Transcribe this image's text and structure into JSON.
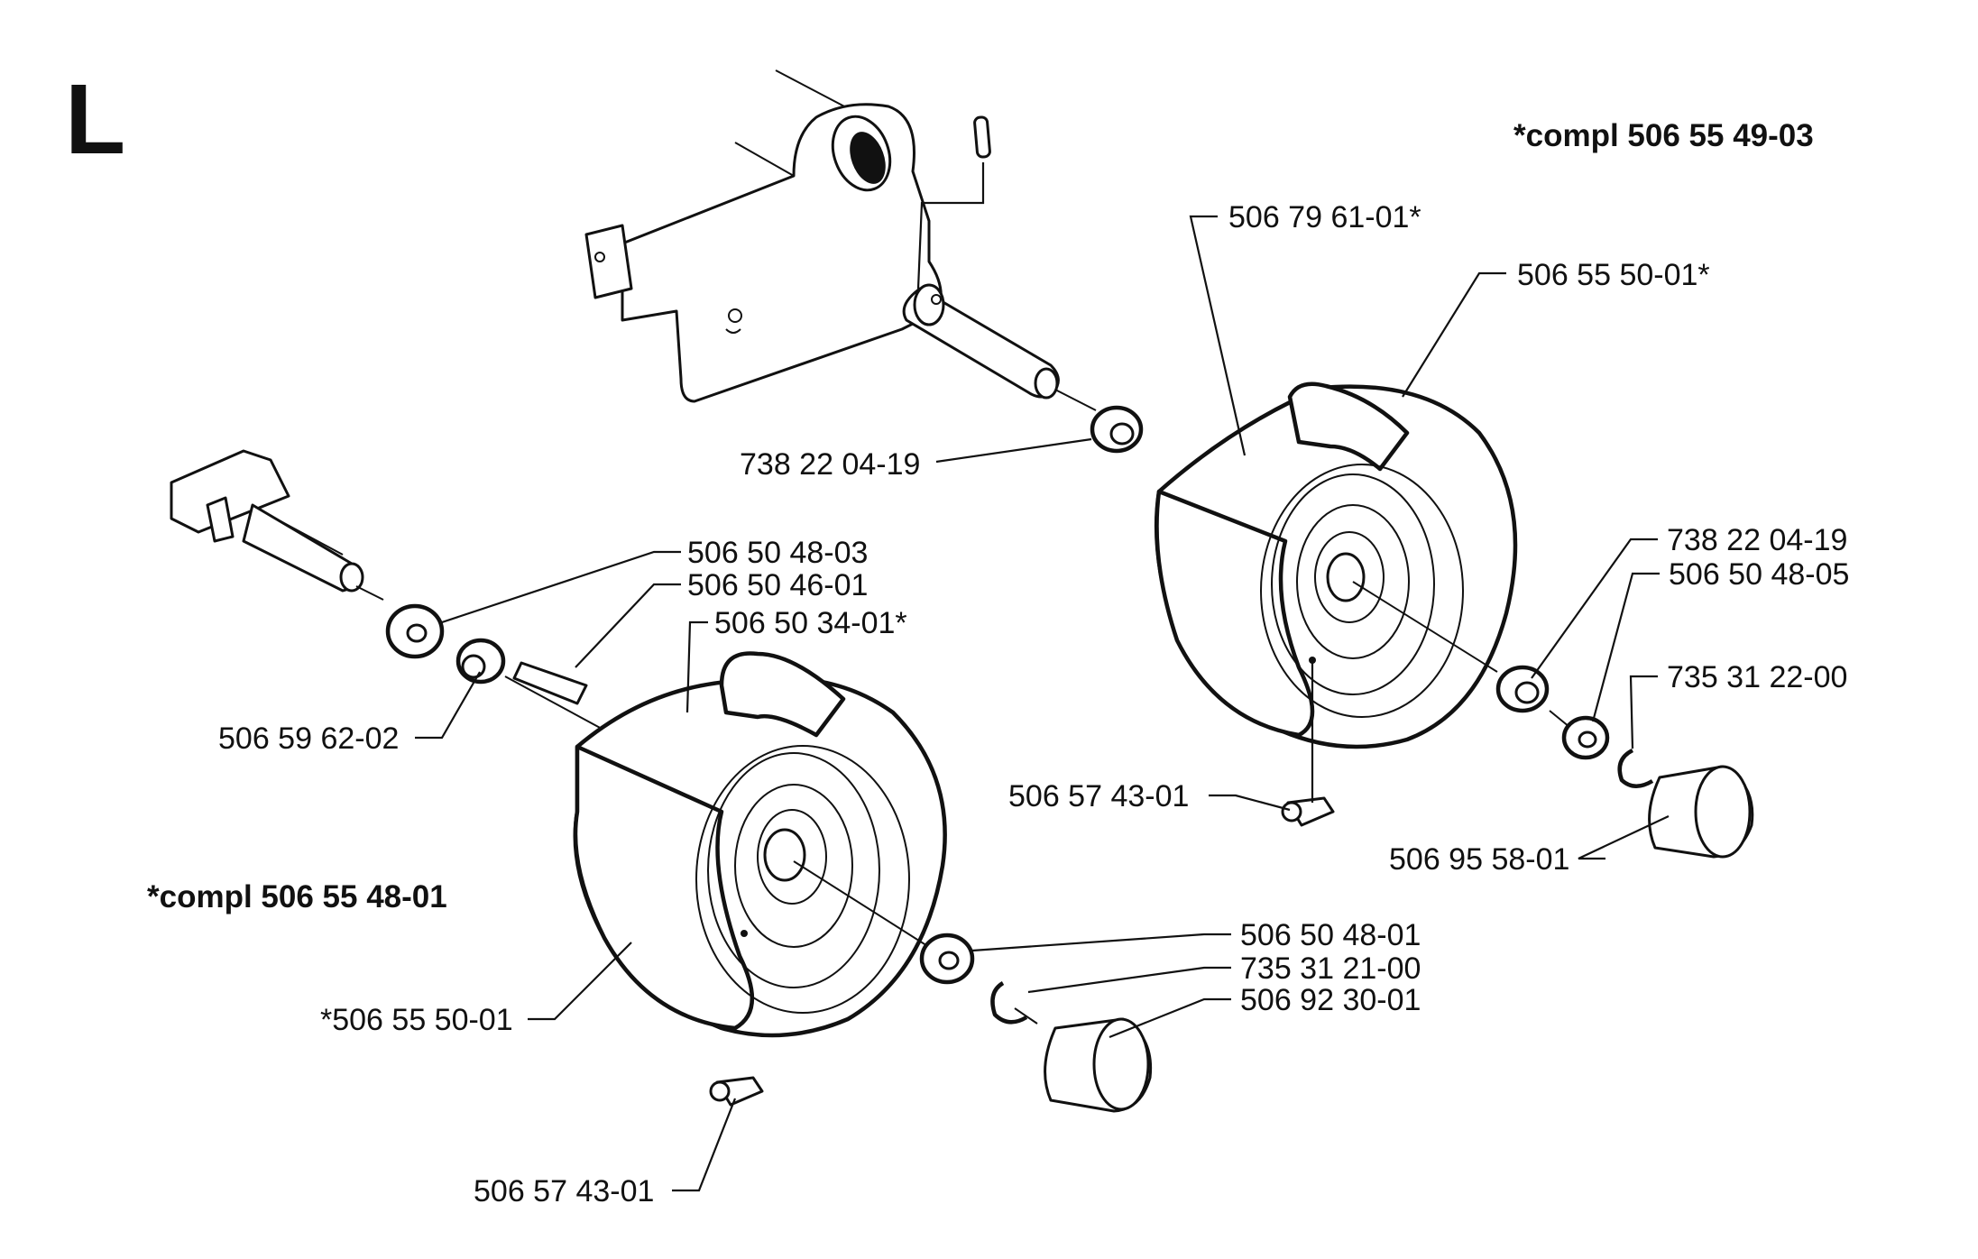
{
  "section_letter": "L",
  "assemblies": {
    "right": "*compl 506 55 49-03",
    "left": "*compl 506 55 48-01"
  },
  "labels": {
    "p1": "506 79 61-01*",
    "p2": "506 55 50-01*",
    "p3": "738 22 04-19",
    "p4": "738 22 04-19",
    "p5": "506 50 48-05",
    "p6": "735 31 22-00",
    "p7": "506 57 43-01",
    "p8": "506 95 58-01",
    "p9": "506 50 48-03",
    "p10": "506 50 46-01",
    "p11": "506 50 34-01*",
    "p12": "506 59 62-02",
    "p13": "506 50 48-01",
    "p14": "735 31 21-00",
    "p15": "506 92 30-01",
    "p16": "*506 55 50-01",
    "p17": "506 57 43-01"
  }
}
